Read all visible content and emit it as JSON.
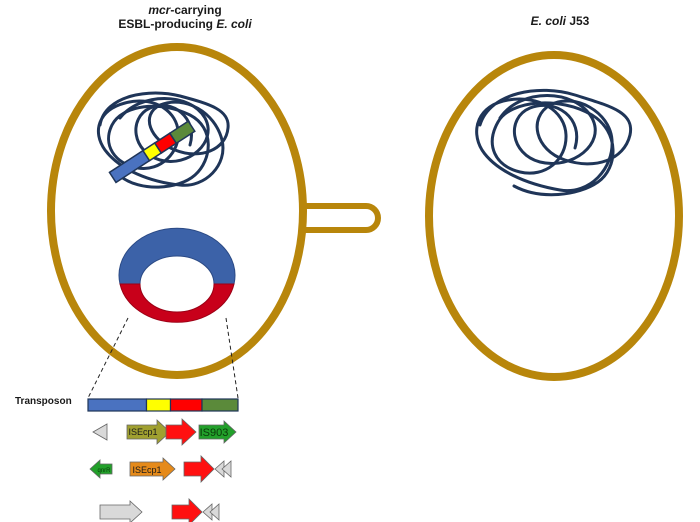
{
  "left_cell": {
    "title_italic": "mcr",
    "title_line1_rest": "-carrying",
    "title_line2_prefix": "ESBL-producing ",
    "title_line2_italic": "E. coli"
  },
  "right_cell": {
    "title_italic": "E. coli",
    "title_rest": " J53"
  },
  "transposon": {
    "label": "Transposon",
    "segments": [
      {
        "color": "#4a72c0",
        "fraction": 0.39
      },
      {
        "color": "#ffff00",
        "fraction": 0.16
      },
      {
        "color": "#ff0000",
        "fraction": 0.21
      },
      {
        "color": "#5b8a3a",
        "fraction": 0.24
      }
    ]
  },
  "gene_rows": [
    {
      "genes": [
        {
          "label": "",
          "direction": "left",
          "color": "#d9d9d9"
        },
        {
          "label": "ISEcp1",
          "direction": "right",
          "color": "#a0a030"
        },
        {
          "label": "",
          "direction": "right",
          "color": "#ff1010"
        },
        {
          "label": "IS903",
          "direction": "right",
          "color": "#22a02a"
        }
      ]
    },
    {
      "genes": [
        {
          "label": "qnrR",
          "direction": "left",
          "color": "#22a02a"
        },
        {
          "label": "ISEcp1",
          "direction": "right",
          "color": "#e58a1a"
        },
        {
          "label": "",
          "direction": "right",
          "color": "#ff1010"
        },
        {
          "label": "",
          "direction": "left",
          "color": "#d9d9d9"
        }
      ]
    },
    {
      "genes": [
        {
          "label": "",
          "direction": "right",
          "color": "#d9d9d9"
        },
        {
          "label": "",
          "direction": "right",
          "color": "#ff1010"
        },
        {
          "label": "",
          "direction": "left",
          "color": "#d9d9d9"
        }
      ]
    }
  ],
  "colors": {
    "cell_wall": "#b8860b",
    "chromosome": "#1f3558",
    "plasmid_blue": "#3c62a8",
    "plasmid_red": "#c8001a"
  }
}
